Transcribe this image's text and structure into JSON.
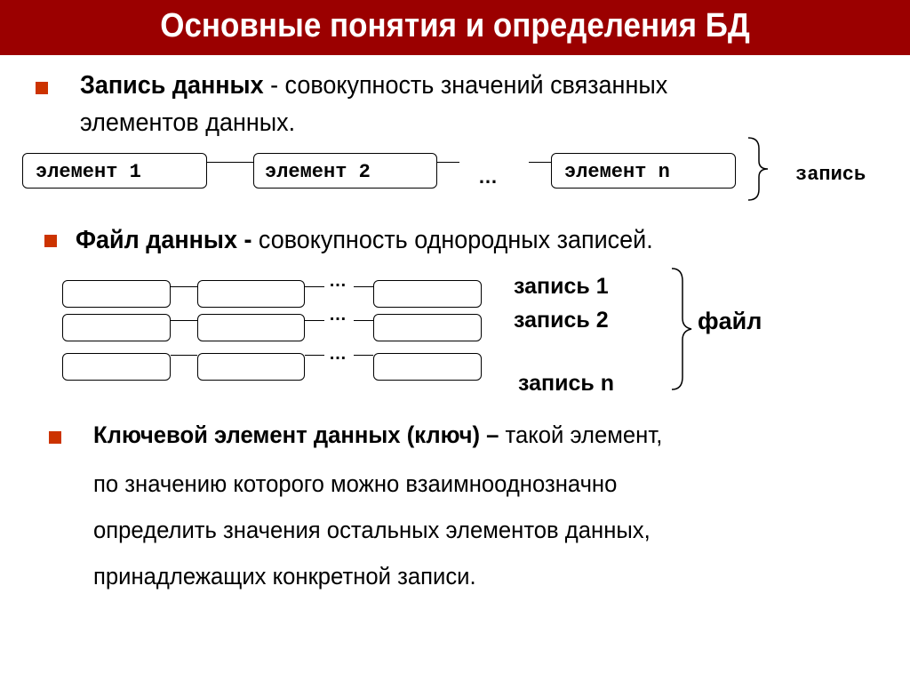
{
  "title": "Основные понятия и определения БД",
  "colors": {
    "title_bg": "#9b0000",
    "bullet": "#cc3300"
  },
  "bullet1": {
    "term": "Запись данных",
    "dash": " - ",
    "text": "совокупность значений связанных",
    "line2": "элементов данных."
  },
  "record_diagram": {
    "elements": [
      "элемент 1",
      "элемент 2",
      "элемент n"
    ],
    "ellipsis": "…",
    "brace_label": "запись"
  },
  "bullet2": {
    "term": "Файл данных -",
    "text": " совокупность однородных записей."
  },
  "file_diagram": {
    "ellipsis": "…",
    "records": [
      "запись 1",
      "запись 2",
      "запись n"
    ],
    "brace_label": "файл"
  },
  "bullet3": {
    "term": "Ключевой элемент данных (ключ) –",
    "text": " такой элемент,",
    "lines": [
      "по значению которого можно взаимнооднозначно",
      "определить значения остальных элементов данных,",
      "принадлежащих конкретной записи."
    ]
  }
}
